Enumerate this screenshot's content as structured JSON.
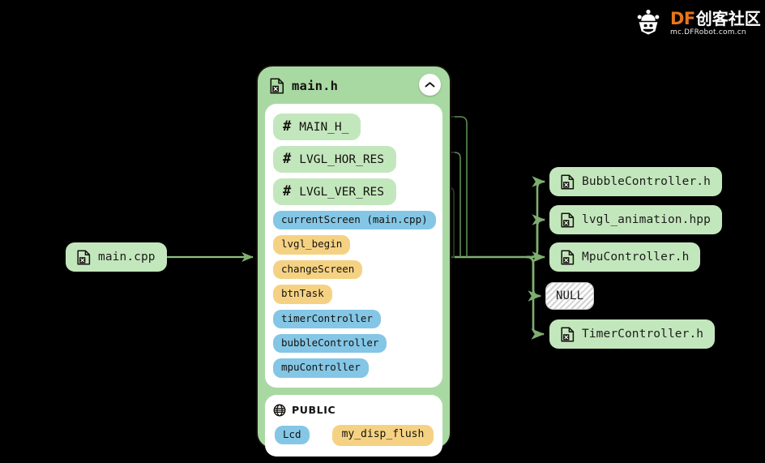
{
  "background_color": "#000000",
  "logo": {
    "name": "dfrobot-community-logo",
    "brand_latin": "DF",
    "brand_cjk": "创客社区",
    "subtitle": "mc.DFRobot.com.cn",
    "accent_color": "#E8751A",
    "text_color": "#FFFFFF"
  },
  "colors": {
    "card_green": "#A9D9A2",
    "pill_green": "#C3E7BC",
    "chip_blue": "#84C6E5",
    "chip_orange": "#F5D283",
    "edge_green": "#78A86A",
    "arrow_green": "#8FBF80",
    "null_gray": "#E8E8E8",
    "outline": "#14120F"
  },
  "source_node": {
    "name": "main-cpp-node",
    "icon": "file-icon",
    "label": "main.cpp"
  },
  "main_card": {
    "name": "main-h-card",
    "icon": "file-icon",
    "title": "main.h",
    "collapse_icon": "chevron-up-icon",
    "defines": [
      {
        "icon": "hash-icon",
        "label": "MAIN_H_"
      },
      {
        "icon": "hash-icon",
        "label": "LVGL_HOR_RES"
      },
      {
        "icon": "hash-icon",
        "label": "LVGL_VER_RES"
      }
    ],
    "members": [
      {
        "label": "currentScreen (main.cpp)",
        "kind": "blue"
      },
      {
        "label": "lvgl_begin",
        "kind": "orange"
      },
      {
        "label": "changeScreen",
        "kind": "orange"
      },
      {
        "label": "btnTask",
        "kind": "orange"
      },
      {
        "label": "timerController",
        "kind": "blue"
      },
      {
        "label": "bubbleController",
        "kind": "blue"
      },
      {
        "label": "mpuController",
        "kind": "blue"
      }
    ],
    "public_section": {
      "icon": "globe-icon",
      "title": "PUBLIC",
      "items": [
        {
          "label": "Lcd",
          "kind": "blue"
        },
        {
          "label": "my_disp_flush",
          "kind": "orange"
        }
      ]
    }
  },
  "included_nodes": [
    {
      "name": "bubblecontroller-node",
      "icon": "file-icon",
      "label": "BubbleController.h",
      "kind": "file"
    },
    {
      "name": "lvgl-animation-node",
      "icon": "file-icon",
      "label": "lvgl_animation.hpp",
      "kind": "file"
    },
    {
      "name": "mpucontroller-node",
      "icon": "file-icon",
      "label": "MpuController.h",
      "kind": "file"
    },
    {
      "name": "null-node",
      "icon": "none",
      "label": "NULL",
      "kind": "null"
    },
    {
      "name": "timercontroller-node",
      "icon": "file-icon",
      "label": "TimerController.h",
      "kind": "file"
    }
  ]
}
